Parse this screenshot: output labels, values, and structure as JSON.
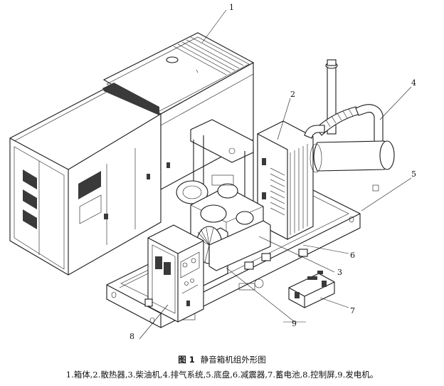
{
  "figure": {
    "number": "图 1",
    "title": "静音箱机组外形图",
    "legend": "1.箱体,2.散热器,3.柴油机,4.排气系统,5.底盘,6.减震器,7.蓄电池,8.控制屏,9.发电机。"
  },
  "callouts": [
    {
      "id": "1",
      "label": "1"
    },
    {
      "id": "2",
      "label": "2"
    },
    {
      "id": "3",
      "label": "3"
    },
    {
      "id": "4",
      "label": "4"
    },
    {
      "id": "5",
      "label": "5"
    },
    {
      "id": "6",
      "label": "6"
    },
    {
      "id": "7",
      "label": "7"
    },
    {
      "id": "8",
      "label": "8"
    },
    {
      "id": "9",
      "label": "9"
    }
  ]
}
